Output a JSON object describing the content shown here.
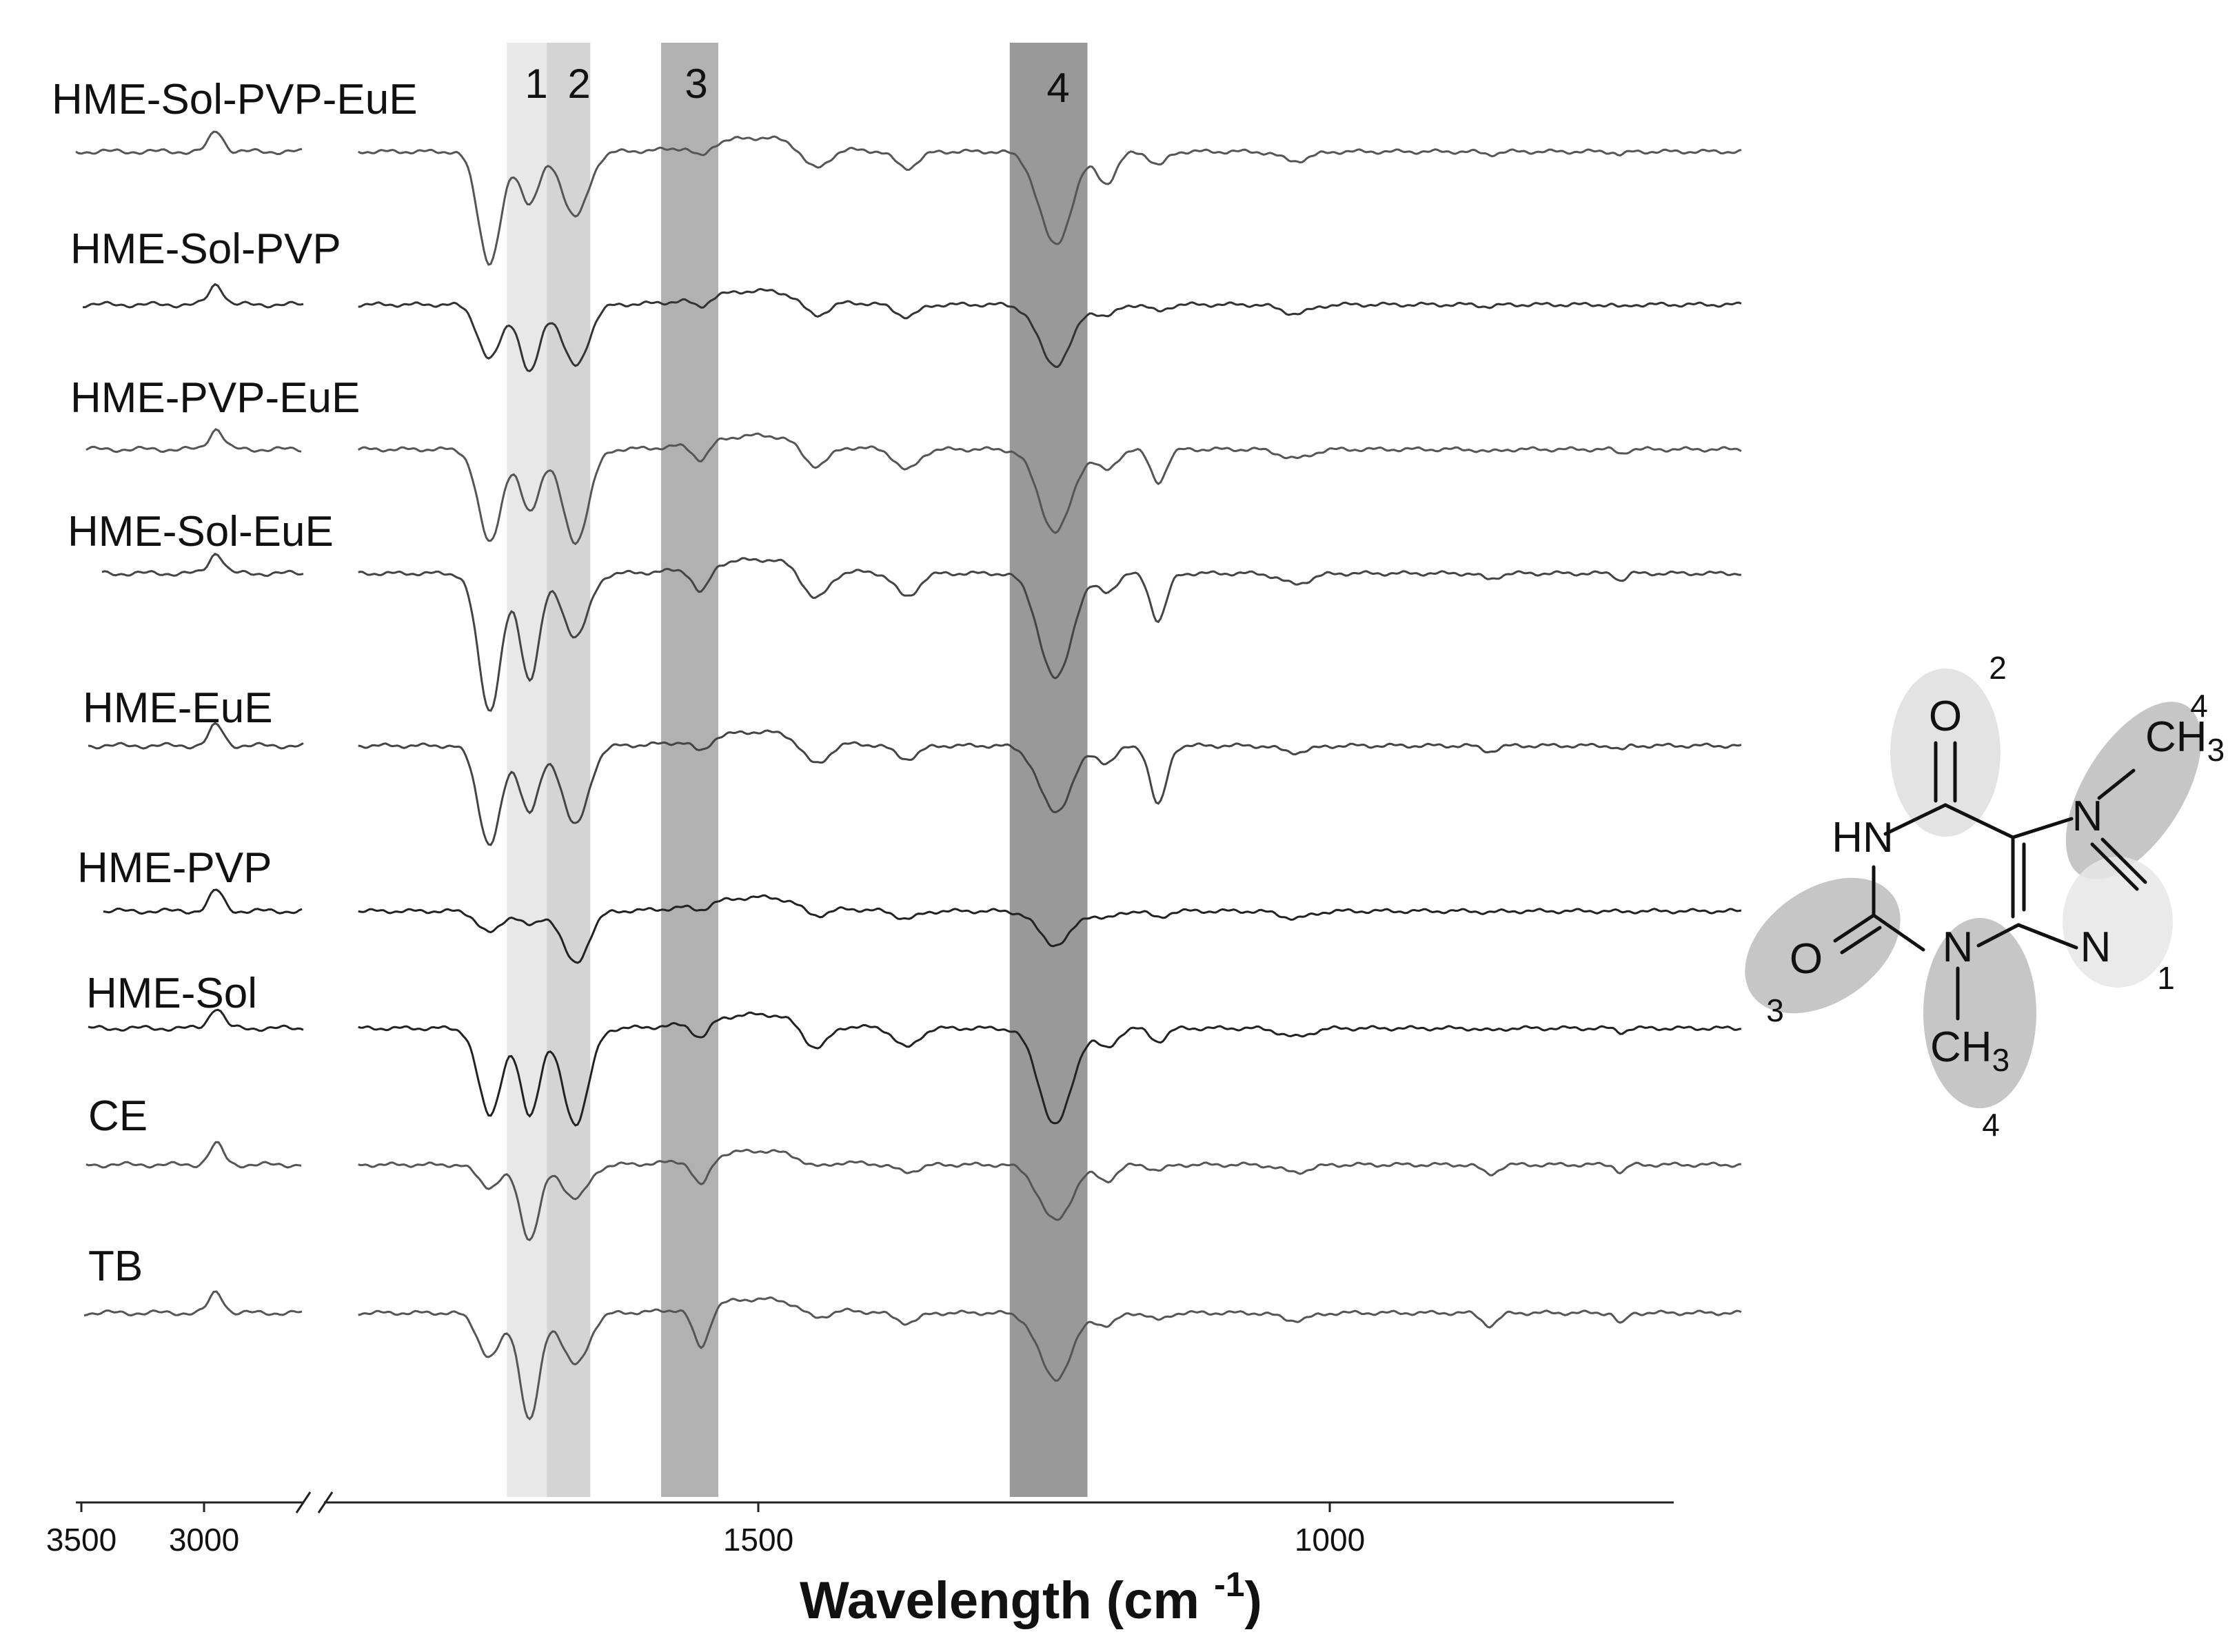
{
  "chart_data": {
    "type": "line",
    "xlabel": "Wavelength (cm -1)",
    "xlabel_main": "Wavelength (cm",
    "xlabel_sup": "-1",
    "xlabel_close": ")",
    "x_reversed": true,
    "x_axis_break": true,
    "x_ticks": [
      "3500",
      "3000",
      "1500",
      "1000"
    ],
    "x_ranges": [
      [
        3500,
        2750
      ],
      [
        1850,
        640
      ]
    ],
    "grid": false,
    "series": [
      {
        "name": "HME-Sol-PVP-EuE",
        "color": "#555555"
      },
      {
        "name": "HME-Sol-PVP",
        "color": "#333333"
      },
      {
        "name": "HME-PVP-EuE",
        "color": "#555555"
      },
      {
        "name": "HME-Sol-EuE",
        "color": "#444444"
      },
      {
        "name": "HME-EuE",
        "color": "#444444"
      },
      {
        "name": "HME-PVP",
        "color": "#222222"
      },
      {
        "name": "HME-Sol",
        "color": "#222222"
      },
      {
        "name": "CE",
        "color": "#555555"
      },
      {
        "name": "TB",
        "color": "#555555"
      }
    ],
    "bands": [
      {
        "label": "1",
        "range_cm1": [
          1720,
          1685
        ],
        "color": "#e6e6e6"
      },
      {
        "label": "2",
        "range_cm1": [
          1685,
          1647
        ],
        "color": "#cfcfcf"
      },
      {
        "label": "3",
        "range_cm1": [
          1585,
          1535
        ],
        "color": "#a8a8a8"
      },
      {
        "label": "4",
        "range_cm1": [
          1280,
          1212
        ],
        "color": "#8e8e8e"
      }
    ]
  },
  "molecule": {
    "atoms": {
      "o_top": "O",
      "nh": "HN",
      "n7": "N",
      "ch3_top": "CH",
      "n9": "N",
      "o_left": "O",
      "n3": "N",
      "ch3_bottom": "CH",
      "sub3": "3"
    },
    "group_labels": {
      "g1": "1",
      "g2": "2",
      "g3": "3",
      "g4a": "4",
      "g4b": "4"
    }
  }
}
